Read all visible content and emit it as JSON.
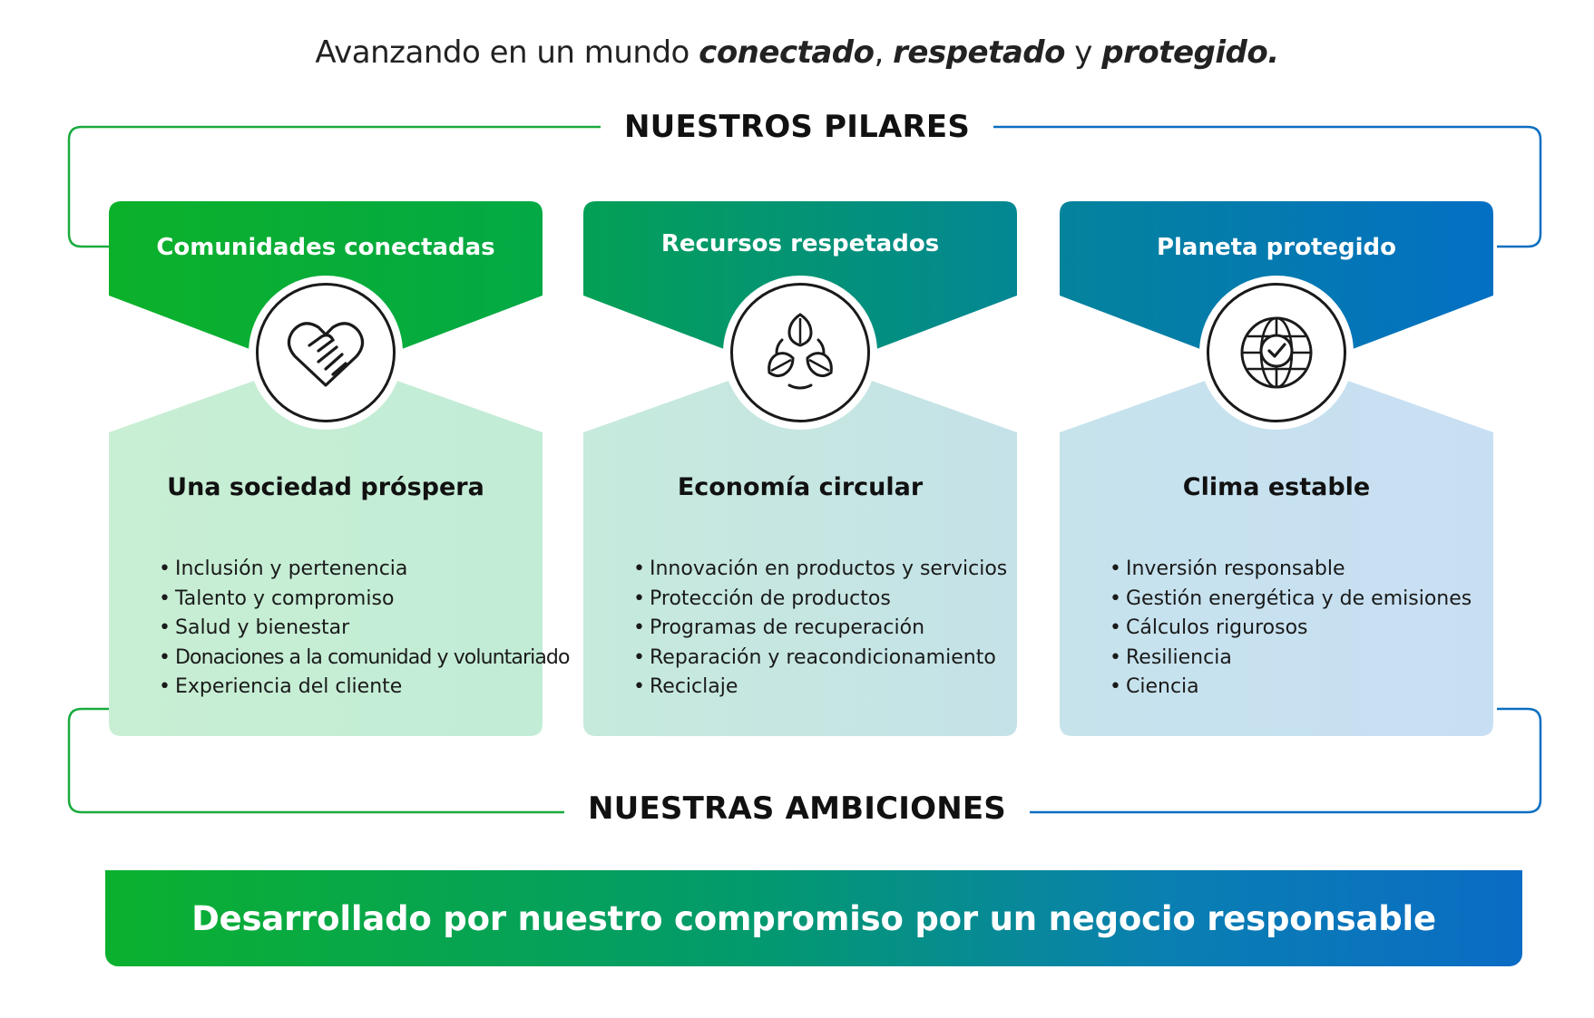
{
  "headline": {
    "prefix": "Avanzando en un mundo ",
    "word1": "conectado",
    "sep1": ", ",
    "word2": "respetado",
    "sep2": " y ",
    "word3": "protegido."
  },
  "labels": {
    "pillars": "NUESTROS PILARES",
    "ambitions": "NUESTRAS AMBICIONES"
  },
  "pillars": [
    {
      "title": "Comunidades conectadas",
      "icon": "heart-hands-icon",
      "ambition": "Una sociedad próspera",
      "items": [
        "Inclusión y pertenencia",
        "Talento y compromiso",
        "Salud y bienestar",
        "Donaciones a la comunidad y voluntariado",
        "Experiencia del cliente"
      ],
      "colors": {
        "header_from": "#0cb12a",
        "header_to": "#03a945",
        "body_from": "#c8efd4",
        "body_to": "#c2ecd6"
      }
    },
    {
      "title": "Recursos respetados",
      "icon": "recycle-leaves-icon",
      "ambition": "Economía circular",
      "items": [
        "Innovación en productos y servicios",
        "Protección de productos",
        "Programas de recuperación",
        "Reparación y reacondicionamiento",
        "Reciclaje"
      ],
      "colors": {
        "header_from": "#04a055",
        "header_to": "#038794",
        "body_from": "#c6eadc",
        "body_to": "#c5e2e8"
      }
    },
    {
      "title": "Planeta protegido",
      "icon": "globe-check-icon",
      "ambition": "Clima estable",
      "items": [
        "Inversión responsable",
        "Gestión energética y de emisiones",
        "Cálculos rigurosos",
        "Resiliencia",
        "Ciencia"
      ],
      "colors": {
        "header_from": "#04839c",
        "header_to": "#0470c4",
        "body_from": "#c6e3ec",
        "body_to": "#c8dff3"
      }
    }
  ],
  "banner": "Desarrollado por nuestro compromiso por un negocio responsable"
}
